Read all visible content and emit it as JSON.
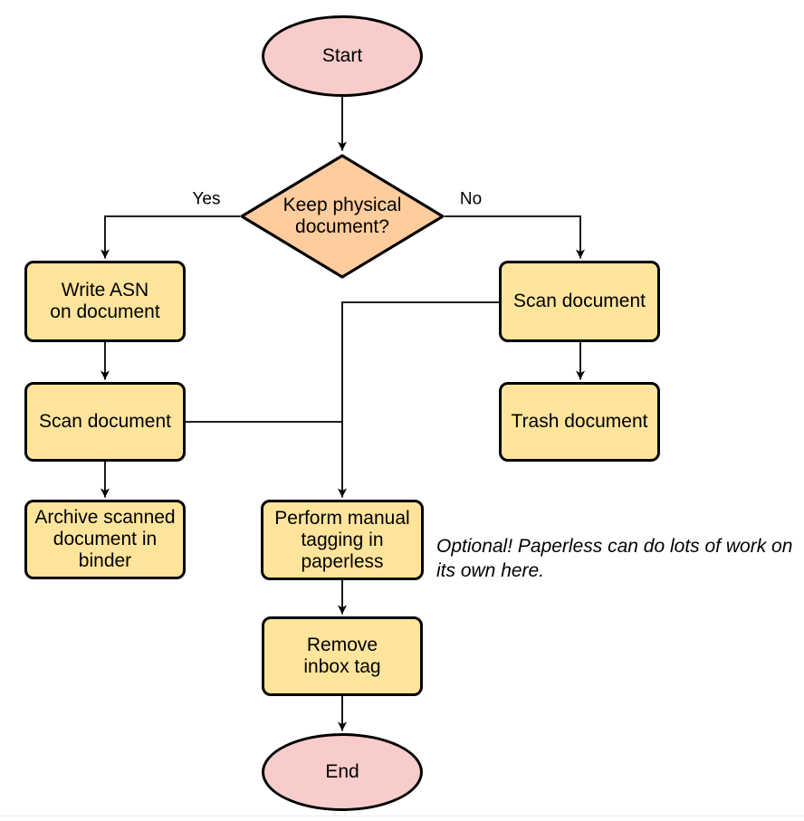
{
  "colors": {
    "terminal_fill": "#f8cccb",
    "decision_fill": "#ffcc9e",
    "process_fill": "#ffe49c",
    "stroke": "#000000",
    "divider": "#ededed"
  },
  "nodes": {
    "start": {
      "label": "Start"
    },
    "decision": {
      "label": "Keep physical\ndocument?"
    },
    "write_asn": {
      "label": "Write ASN\non document"
    },
    "scan_left": {
      "label": "Scan document"
    },
    "archive": {
      "label": "Archive scanned\ndocument in\nbinder"
    },
    "scan_right": {
      "label": "Scan document"
    },
    "trash": {
      "label": "Trash document"
    },
    "perform": {
      "label": "Perform manual\ntagging in\npaperless"
    },
    "remove": {
      "label": "Remove\ninbox tag"
    },
    "end": {
      "label": "End"
    }
  },
  "edge_labels": {
    "yes": "Yes",
    "no": "No"
  },
  "annotation": {
    "text": "Optional! Paperless can do lots of work on\nits own here."
  }
}
